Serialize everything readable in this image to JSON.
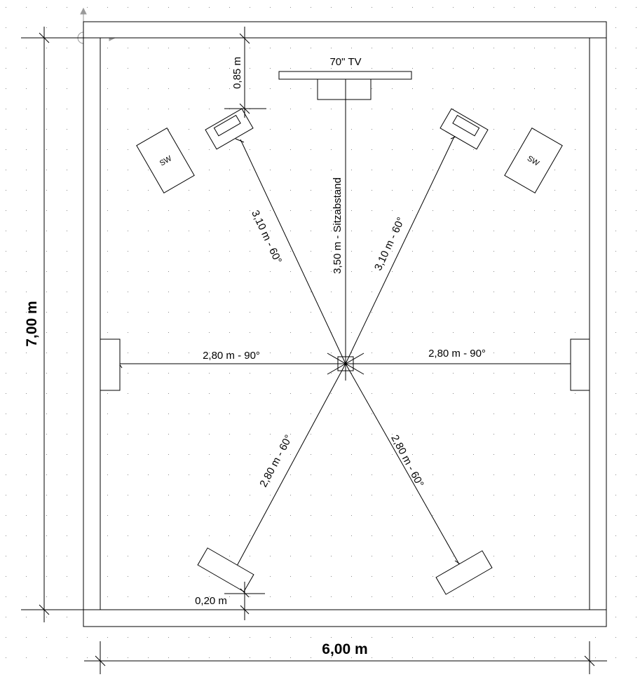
{
  "room": {
    "width_label": "6,00 m",
    "height_label": "7,00 m"
  },
  "tv": {
    "label": "70\" TV"
  },
  "subwoofers": [
    {
      "label": "SW"
    },
    {
      "label": "SW"
    }
  ],
  "distances": {
    "sitting_distance": "3,50 m - Sitzabstand",
    "front_left": "3,10 m - 60°",
    "front_right": "3,10 m - 60°",
    "side_left": "2,80 m - 90°",
    "side_right": "2,80 m - 90°",
    "rear_left": "2,80 m - 60°",
    "rear_right": "2,80 m - 60°",
    "front_wall_offset": "0,85 m",
    "rear_wall_offset": "0,20 m"
  },
  "colors": {
    "lines": "#000000",
    "background": "#ffffff",
    "grid_dots": "#8a8a8a",
    "origin_marker": "#9a9a9a"
  }
}
